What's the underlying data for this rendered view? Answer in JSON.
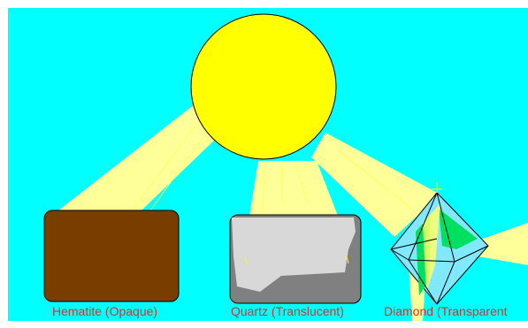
{
  "colors": {
    "sky": "#00ffff",
    "sun": "#ffff00",
    "beam": "#ffff99",
    "hematite": "#7a3d00",
    "quartz_dark": "#808080",
    "quartz_light": "#d8d8d8",
    "diamond": "#80e8ff",
    "diamond_refraction": "#00e060",
    "caption": "#cc3333"
  },
  "sun_icon": "sun-icon",
  "minerals": [
    {
      "name": "hematite",
      "caption": "Hematite (Opaque)"
    },
    {
      "name": "quartz",
      "caption": "Quartz (Translucent)"
    },
    {
      "name": "diamond",
      "caption": "Diamond (Transparent"
    }
  ]
}
